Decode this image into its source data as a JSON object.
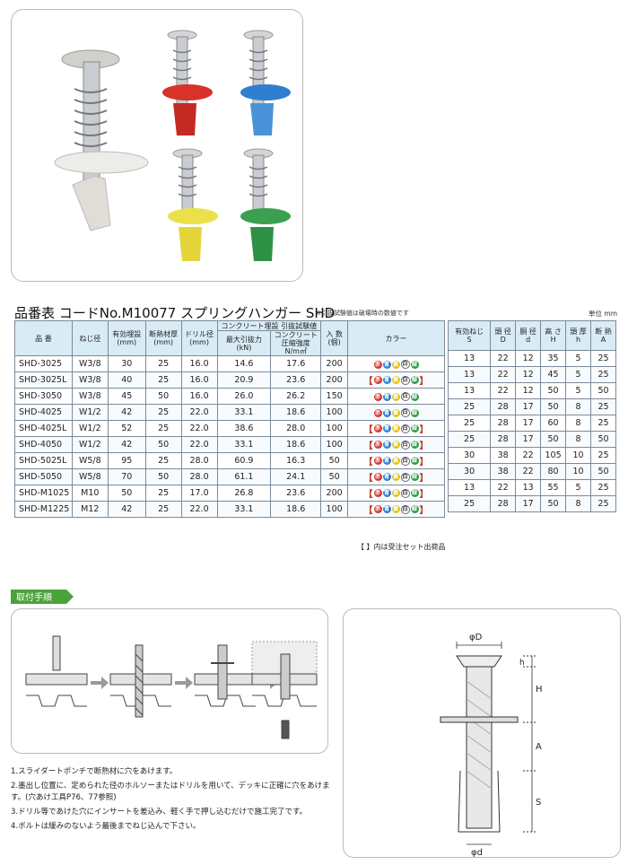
{
  "title": {
    "main": "品番表 コードNo.M10077 スプリングハンガー SHD",
    "note": "※引抜試験値は破壊時の数値です",
    "unit": "単位 mm"
  },
  "table1": {
    "headers": {
      "code": "品 番",
      "thread": "ねじ径",
      "embed": "有効埋設",
      "embed_unit": "(mm)",
      "insul": "断熱材厚",
      "insul_unit": "(mm)",
      "drill": "ドリル径",
      "drill_unit": "(mm)",
      "group": "コンクリート埋設 引抜試験値",
      "pull": "最大引抜力",
      "pull_unit": "(kN)",
      "conc": "コンクリート",
      "conc2": "圧縮強度",
      "conc_unit": "N/m㎡",
      "qty": "入 数",
      "qty_unit": "(個)",
      "color": "カラー"
    },
    "rows": [
      {
        "code": "SHD-3025",
        "thread": "W3/8",
        "embed": "30",
        "insul": "25",
        "drill": "16.0",
        "pull": "14.6",
        "conc": "17.6",
        "qty": "200",
        "bracket": false
      },
      {
        "code": "SHD-3025L",
        "thread": "W3/8",
        "embed": "40",
        "insul": "25",
        "drill": "16.0",
        "pull": "20.9",
        "conc": "23.6",
        "qty": "200",
        "bracket": true
      },
      {
        "code": "SHD-3050",
        "thread": "W3/8",
        "embed": "45",
        "insul": "50",
        "drill": "16.0",
        "pull": "26.0",
        "conc": "26.2",
        "qty": "150",
        "bracket": false
      },
      {
        "code": "SHD-4025",
        "thread": "W1/2",
        "embed": "42",
        "insul": "25",
        "drill": "22.0",
        "pull": "33.1",
        "conc": "18.6",
        "qty": "100",
        "bracket": false
      },
      {
        "code": "SHD-4025L",
        "thread": "W1/2",
        "embed": "52",
        "insul": "25",
        "drill": "22.0",
        "pull": "38.6",
        "conc": "28.0",
        "qty": "100",
        "bracket": true
      },
      {
        "code": "SHD-4050",
        "thread": "W1/2",
        "embed": "42",
        "insul": "50",
        "drill": "22.0",
        "pull": "33.1",
        "conc": "18.6",
        "qty": "100",
        "bracket": true
      },
      {
        "code": "SHD-5025L",
        "thread": "W5/8",
        "embed": "95",
        "insul": "25",
        "drill": "28.0",
        "pull": "60.9",
        "conc": "16.3",
        "qty": "50",
        "bracket": true
      },
      {
        "code": "SHD-5050",
        "thread": "W5/8",
        "embed": "70",
        "insul": "50",
        "drill": "28.0",
        "pull": "61.1",
        "conc": "24.1",
        "qty": "50",
        "bracket": true
      },
      {
        "code": "SHD-M1025",
        "thread": "M10",
        "embed": "50",
        "insul": "25",
        "drill": "17.0",
        "pull": "26.8",
        "conc": "23.6",
        "qty": "200",
        "bracket": true
      },
      {
        "code": "SHD-M1225",
        "thread": "M12",
        "embed": "42",
        "insul": "25",
        "drill": "22.0",
        "pull": "33.1",
        "conc": "18.6",
        "qty": "100",
        "bracket": true
      }
    ],
    "color_chips": [
      {
        "label": "赤",
        "color": "#d8322a"
      },
      {
        "label": "青",
        "color": "#2f7fd0"
      },
      {
        "label": "黄",
        "color": "#e6c21a"
      },
      {
        "label": "白",
        "color": "#ffffff"
      },
      {
        "label": "緑",
        "color": "#2f9a45"
      }
    ]
  },
  "table2": {
    "headers": [
      {
        "l1": "有効ねじ",
        "l2": "S"
      },
      {
        "l1": "頭 径",
        "l2": "D"
      },
      {
        "l1": "胴 径",
        "l2": "d"
      },
      {
        "l1": "高 さ",
        "l2": "H"
      },
      {
        "l1": "頭 厚",
        "l2": "h"
      },
      {
        "l1": "断 熱",
        "l2": "A"
      }
    ],
    "rows": [
      [
        "13",
        "22",
        "12",
        "35",
        "5",
        "25"
      ],
      [
        "13",
        "22",
        "12",
        "45",
        "5",
        "25"
      ],
      [
        "13",
        "22",
        "12",
        "50",
        "5",
        "50"
      ],
      [
        "25",
        "28",
        "17",
        "50",
        "8",
        "25"
      ],
      [
        "25",
        "28",
        "17",
        "60",
        "8",
        "25"
      ],
      [
        "25",
        "28",
        "17",
        "50",
        "8",
        "50"
      ],
      [
        "30",
        "38",
        "22",
        "105",
        "10",
        "25"
      ],
      [
        "30",
        "38",
        "22",
        "80",
        "10",
        "50"
      ],
      [
        "13",
        "22",
        "13",
        "55",
        "5",
        "25"
      ],
      [
        "25",
        "28",
        "17",
        "50",
        "8",
        "25"
      ]
    ]
  },
  "footnote": "【 】内は受注セット出荷品",
  "procedure": {
    "banner": "取付手順",
    "steps": [
      "1.スライダートポンチで断熱材に穴をあけます。",
      "2.墨出し位置に、定められた径のホルソーまたはドリルを用いて、デッキに正確に穴をあけます。(穴あけ工具P76、77参照)",
      "3.ドリル等であけた穴にインサートを差込み、軽く手で押し込むだけで施工完了です。",
      "4.ボルトは緩みのないよう最後までねじ込んで下さい。"
    ]
  },
  "diagram": {
    "phiD": "φD",
    "phid": "φd",
    "h": "h",
    "H": "H",
    "A": "A",
    "S": "S"
  },
  "photo_colors": {
    "natural": "#e8e8e4",
    "red": "#d8322a",
    "blue": "#2f7fd0",
    "yellow": "#ece04a",
    "green": "#3aa050"
  }
}
